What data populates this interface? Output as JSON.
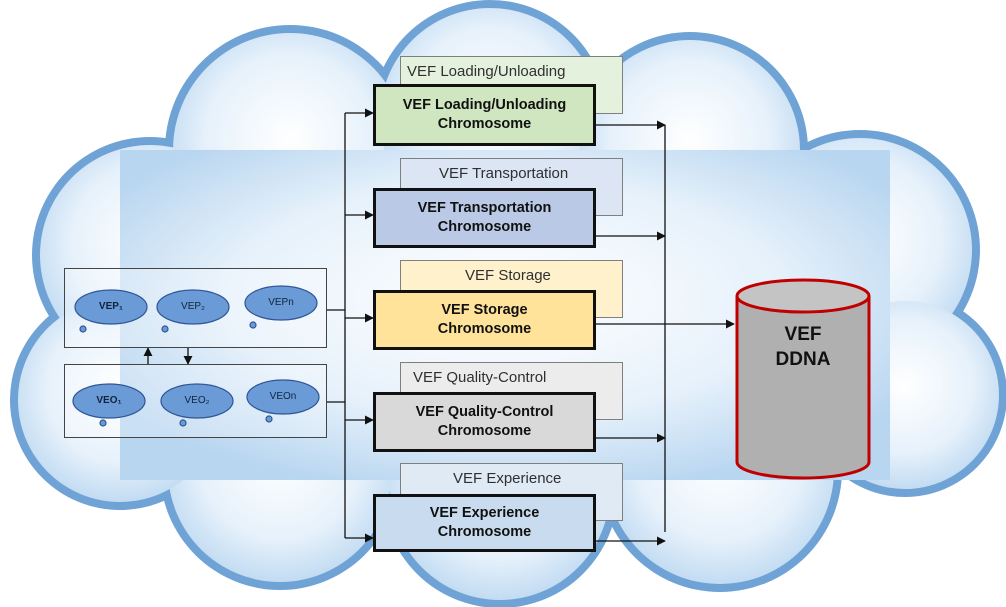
{
  "colors": {
    "loading": "#cfe6c0",
    "loading_tab": "#e4f1dc",
    "transport": "#b9c9e6",
    "transport_tab": "#dce5f4",
    "storage": "#ffe39a",
    "storage_tab": "#fff1cc",
    "quality": "#d9d9d9",
    "quality_tab": "#ececec",
    "experience": "#c9dcef",
    "experience_tab": "#e0eaf5",
    "cylinder_outline": "#c00000",
    "cylinder_fill": "#b0b0b0",
    "small_cloud": "#6b9bd6"
  },
  "chromosomes": [
    {
      "tab": "VEF Loading/Unloading",
      "title": "VEF Loading/Unloading",
      "subtitle": "Chromosome"
    },
    {
      "tab": "VEF Transportation",
      "title": "VEF Transportation",
      "subtitle": "Chromosome"
    },
    {
      "tab": "VEF Storage",
      "title": "VEF Storage",
      "subtitle": "Chromosome"
    },
    {
      "tab": "VEF Quality-Control",
      "title": "VEF Quality-Control",
      "subtitle": "Chromosome"
    },
    {
      "tab": "VEF Experience",
      "title": "VEF Experience",
      "subtitle": "Chromosome"
    }
  ],
  "vep_group": {
    "items": [
      "VEP₁",
      "VEP₂",
      "VEPn"
    ]
  },
  "veo_group": {
    "items": [
      "VEO₁",
      "VEO₂",
      "VEOn"
    ]
  },
  "ddna": {
    "line1": "VEF",
    "line2": "DDNA"
  }
}
